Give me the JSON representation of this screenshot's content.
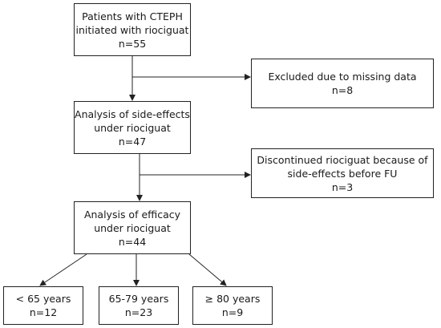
{
  "nodes": [
    {
      "id": "start",
      "lines": [
        "Patients with CTEPH",
        "initiated with riociguat",
        "n=55"
      ]
    },
    {
      "id": "excluded",
      "lines": [
        "Excluded due to missing data",
        "n=8"
      ]
    },
    {
      "id": "side_effects",
      "lines": [
        "Analysis of side-effects",
        "under riociguat",
        "n=47"
      ]
    },
    {
      "id": "discontinued",
      "lines": [
        "Discontinued riociguat because of",
        "side-effects before FU",
        "n=3"
      ]
    },
    {
      "id": "efficacy",
      "lines": [
        "Analysis of efficacy",
        "under riociguat",
        "n=44"
      ]
    },
    {
      "id": "age_lt65",
      "lines": [
        "< 65 years",
        "n=12"
      ]
    },
    {
      "id": "age_65_79",
      "lines": [
        "65-79 years",
        "n=23"
      ]
    },
    {
      "id": "age_ge80",
      "lines": [
        "≥ 80 years",
        "n=9"
      ]
    }
  ],
  "edges": [
    {
      "from": "start",
      "to": "side_effects"
    },
    {
      "from": "start",
      "to": "excluded"
    },
    {
      "from": "side_effects",
      "to": "efficacy"
    },
    {
      "from": "side_effects",
      "to": "discontinued"
    },
    {
      "from": "efficacy",
      "to": "age_lt65"
    },
    {
      "from": "efficacy",
      "to": "age_65_79"
    },
    {
      "from": "efficacy",
      "to": "age_ge80"
    }
  ],
  "colors": {
    "stroke": "#222222",
    "background": "#ffffff"
  }
}
